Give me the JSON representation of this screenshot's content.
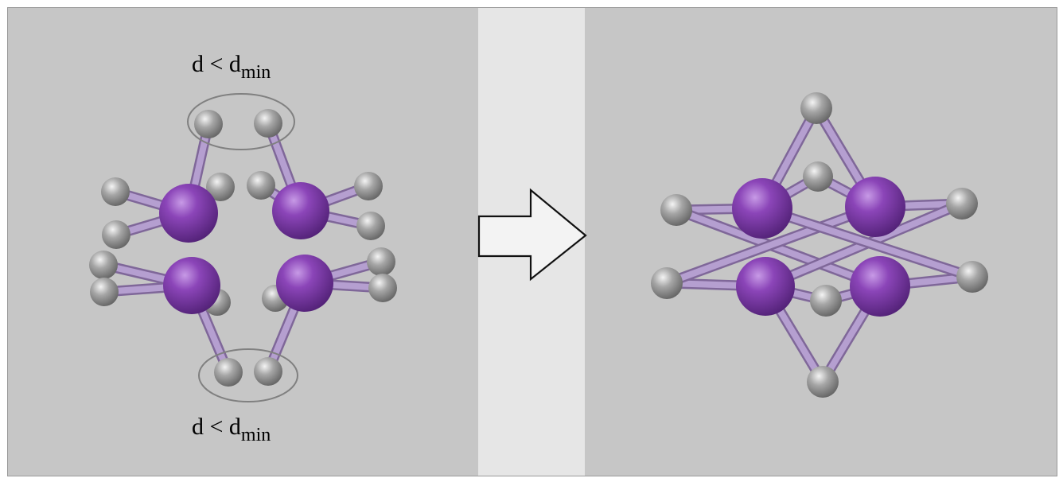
{
  "labels": {
    "top": {
      "base": "d < d",
      "sub": "min"
    },
    "bottom": {
      "base": "d < d",
      "sub": "min"
    }
  },
  "colors": {
    "panel": "#c6c6c6",
    "divider": "#e6e6e6",
    "atom_metal": "#7d3aa6",
    "atom_light": "#9a9a9a",
    "bond": "#a98fc6",
    "highlight": "#808080",
    "arrow_fill": "#f3f3f3",
    "arrow_stroke": "#111111"
  },
  "icons": {
    "transition": "right-arrow-icon"
  }
}
